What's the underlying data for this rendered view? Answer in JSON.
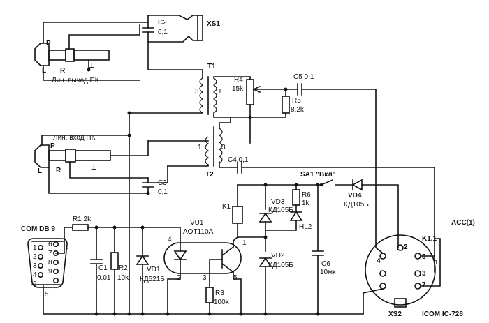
{
  "labels": {
    "xs1": "XS1",
    "c2": "C2",
    "c2v": "0,1",
    "p_top": "P",
    "l_top": "L",
    "r_top": "R",
    "gnd_top": "⊥",
    "lin_out": "Лин. выход ПК",
    "t1": "T1",
    "t1_3": "3",
    "t1_1": "1",
    "r4": "R4",
    "r4v": "15k",
    "c5": "C5 0,1",
    "r5": "R5",
    "r5v": "8,2k",
    "lin_in": "Лин. вход ПК",
    "p_mid": "P",
    "l_mid": "L",
    "r_mid": "R",
    "gnd_mid": "⊥",
    "t2_1": "1",
    "t2_3": "3",
    "t2": "T2",
    "c4": "C4 0,1",
    "c3": "C3",
    "c3v": "0,1",
    "sa1": "SA1 \"Вкл\"",
    "vd4": "VD4",
    "vd4v": "КД105Б",
    "k1": "K1",
    "vd3": "VD3",
    "vd3v": "КД105Б",
    "r6": "R6",
    "r6v": "1k",
    "hl2": "HL2",
    "vu1": "VU1",
    "vu1v": "AOT110A",
    "com": "COM DB 9",
    "r1": "R1 2k",
    "c1": "C1",
    "c1v": "0,01",
    "r2": "R2",
    "r2v": "10k",
    "vd1": "VD1",
    "vd1v": "КД521Б",
    "pin4": "4",
    "pin1": "1",
    "pin2": "2",
    "pin3": "3",
    "pin5": "5",
    "r3": "R3",
    "r3v": "100k",
    "vd2": "VD2",
    "vd2v": "КД105Б",
    "c6": "C6",
    "c6v": "10мк",
    "acc": "ACC(1)",
    "k11": "K1.1",
    "xs2": "XS2",
    "icom": "ICOM IC-728",
    "db_7": "7",
    "db_5": "5",
    "dbn_1": "1",
    "dbn_2": "2",
    "dbn_3": "3",
    "dbn_4": "4",
    "dbn_5": "5",
    "dbn_6": "6",
    "dbn_7": "7",
    "dbn_8": "8",
    "dbn_9": "9",
    "din_4": "4",
    "din_2": "2",
    "din_5": "5",
    "din_3": "3",
    "din_1": "1",
    "din_7": "7"
  }
}
